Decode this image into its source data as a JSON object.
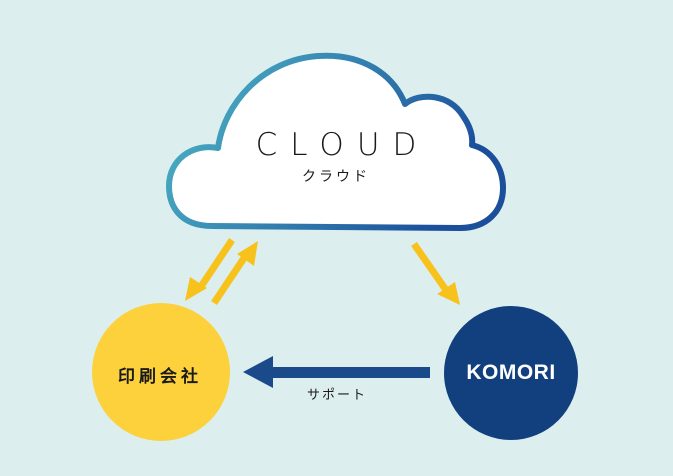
{
  "cloud": {
    "title": "CLOUD",
    "subtitle": "クラウド"
  },
  "printing_company": {
    "label": "印刷会社"
  },
  "manufacturer": {
    "label": "KOMORI"
  },
  "support_arrow": {
    "label": "サポート"
  },
  "colors": {
    "background": "#dcefee",
    "cloud_outline_start": "#4fb9c6",
    "cloud_outline_end": "#1b4f9c",
    "company_circle": "#fcd13c",
    "manufacturer_circle": "#12407f",
    "flow_arrow": "#f7c21c",
    "support_arrow": "#1b4a8a"
  }
}
